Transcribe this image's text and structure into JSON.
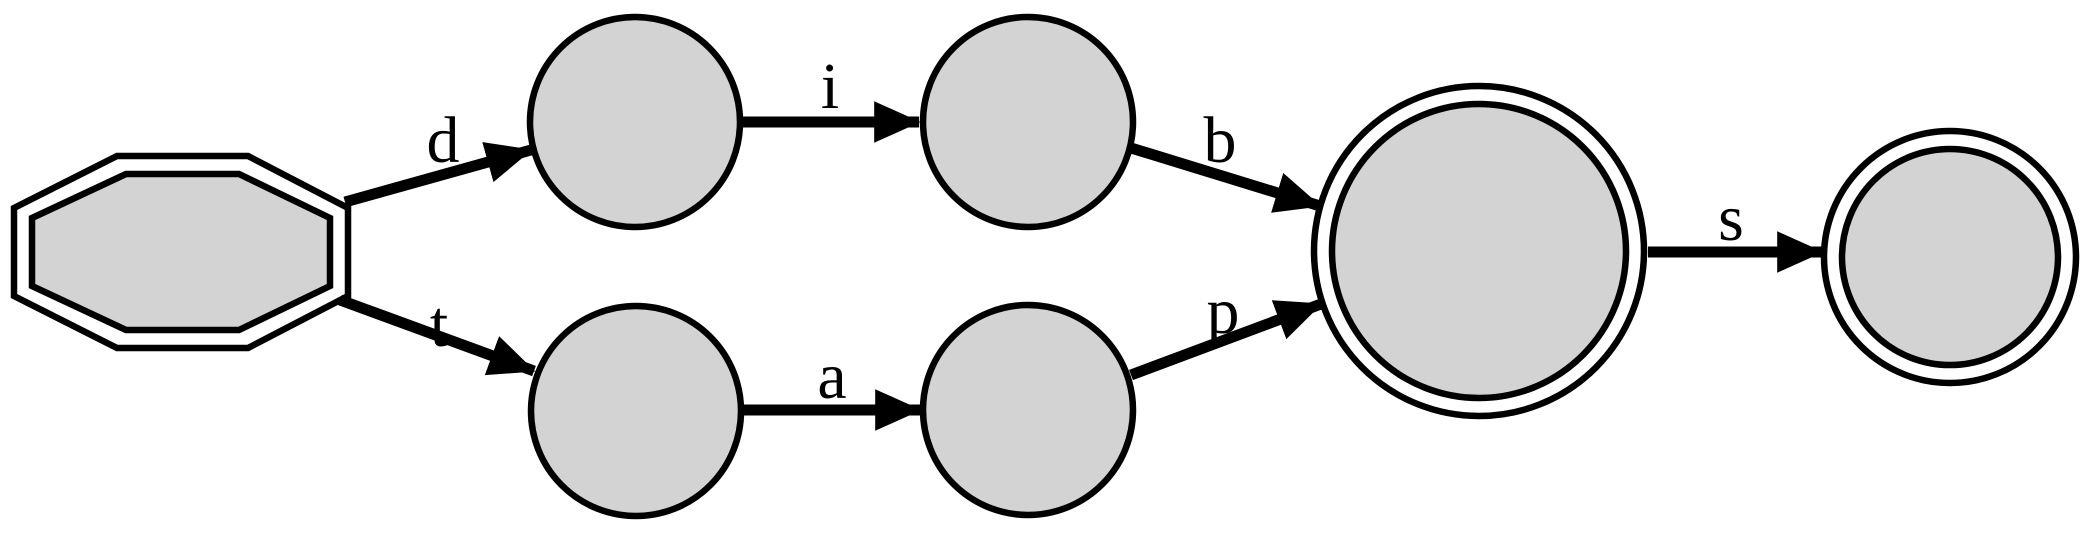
{
  "diagram": {
    "type": "finite-state-automaton",
    "colors": {
      "background": "#ffffff",
      "node_fill": "#d3d3d3",
      "stroke": "#000000"
    },
    "nodes": [
      {
        "id": "q0",
        "shape": "double-octagon",
        "kind": "start-state",
        "label": ""
      },
      {
        "id": "q1",
        "shape": "circle",
        "kind": "state",
        "label": ""
      },
      {
        "id": "q2",
        "shape": "circle",
        "kind": "state",
        "label": ""
      },
      {
        "id": "q3",
        "shape": "circle",
        "kind": "state",
        "label": ""
      },
      {
        "id": "q4",
        "shape": "circle",
        "kind": "state",
        "label": ""
      },
      {
        "id": "q5",
        "shape": "double-circle",
        "kind": "accepting-state",
        "label": ""
      },
      {
        "id": "q6",
        "shape": "double-circle",
        "kind": "final-state",
        "label": ""
      }
    ],
    "edges": [
      {
        "from": "q0",
        "to": "q1",
        "label": "d"
      },
      {
        "from": "q0",
        "to": "q3",
        "label": "t"
      },
      {
        "from": "q1",
        "to": "q2",
        "label": "i"
      },
      {
        "from": "q3",
        "to": "q4",
        "label": "a"
      },
      {
        "from": "q2",
        "to": "q5",
        "label": "b"
      },
      {
        "from": "q4",
        "to": "q5",
        "label": "p"
      },
      {
        "from": "q5",
        "to": "q6",
        "label": "s"
      }
    ]
  }
}
